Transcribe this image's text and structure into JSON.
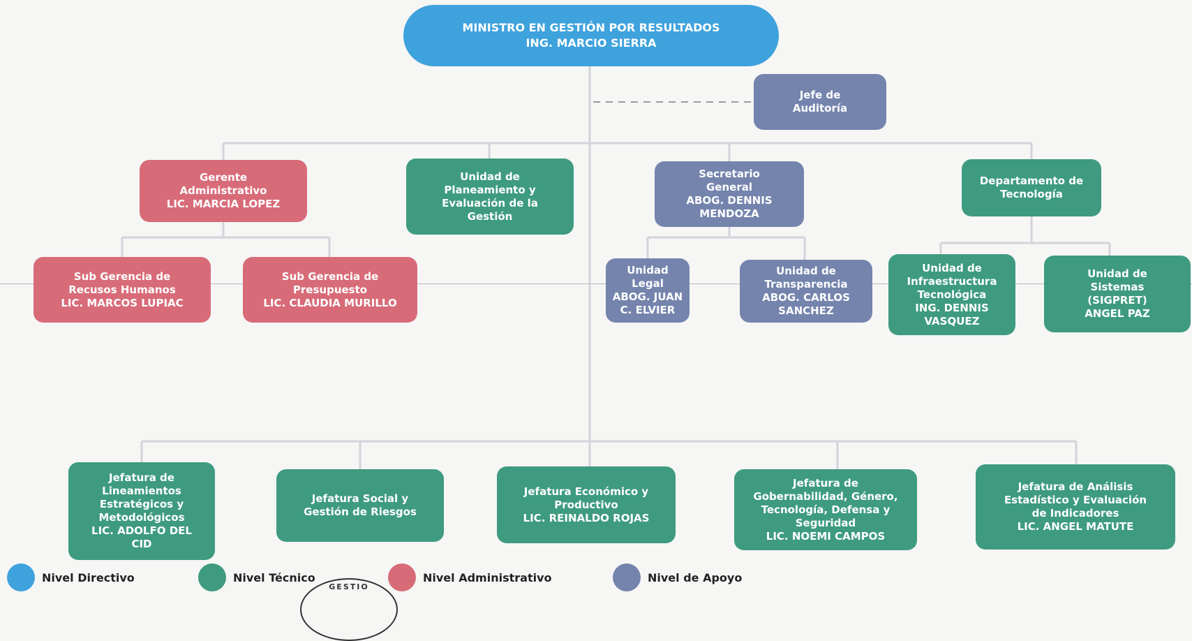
{
  "colors": {
    "directivo": "#3ea2dc",
    "tecnico": "#3e9b7f",
    "administrativo": "#d86b78",
    "apoyo": "#7484ad",
    "connector": "#d3d3dc",
    "dashed": "#9a9aa3"
  },
  "nodes": {
    "minister": [
      "MINISTRO EN GESTIÓN POR RESULTADOS",
      "ING. MARCIO SIERRA"
    ],
    "auditoria": [
      "Jefe de",
      "Auditoría"
    ],
    "gerente": [
      "Gerente",
      "Administrativo",
      "LIC. MARCIA LOPEZ"
    ],
    "planeamiento": [
      "Unidad de",
      "Planeamiento y",
      "Evaluación de la",
      "Gestión"
    ],
    "secretario": [
      "Secretario",
      "General",
      "ABOG. DENNIS",
      "MENDOZA"
    ],
    "tecnologia": [
      "Departamento de",
      "Tecnología"
    ],
    "rrhh": [
      "Sub Gerencia de",
      "Recusos Humanos",
      "LIC. MARCOS LUPIAC"
    ],
    "presupuesto": [
      "Sub Gerencia de",
      "Presupuesto",
      "LIC. CLAUDIA MURILLO"
    ],
    "legal": [
      "Unidad",
      "Legal",
      "ABOG. JUAN",
      "C. ELVIER"
    ],
    "transparencia": [
      "Unidad de",
      "Transparencia",
      "ABOG. CARLOS",
      "SANCHEZ"
    ],
    "infraestructura": [
      "Unidad de",
      "Infraestructura",
      "Tecnológica",
      "ING. DENNIS",
      "VASQUEZ"
    ],
    "sistemas": [
      "Unidad de",
      "Sistemas",
      "(SIGPRET)",
      "ANGEL PAZ"
    ],
    "lineamientos": [
      "Jefatura de",
      "Lineamientos",
      "Estratégicos y",
      "Metodológicos",
      "LIC. ADOLFO DEL",
      "CID"
    ],
    "social": [
      "Jefatura Social y",
      "Gestión de Riesgos"
    ],
    "economico": [
      "Jefatura Económico y",
      "Productivo",
      "LIC. REINALDO ROJAS"
    ],
    "gobernabilidad": [
      "Jefatura de",
      "Gobernabilidad, Género,",
      "Tecnología, Defensa y",
      "Seguridad",
      "LIC. NOEMI CAMPOS"
    ],
    "analisis": [
      "Jefatura de Análisis",
      "Estadístico y Evaluación",
      "de Indicadores",
      "LIC. ANGEL MATUTE"
    ]
  },
  "legend": {
    "directivo": "Nivel Directivo",
    "tecnico": "Nivel Técnico",
    "administrativo": "Nivel Administrativo",
    "apoyo": "Nivel de Apoyo"
  },
  "stamp_text": "GESTIO"
}
